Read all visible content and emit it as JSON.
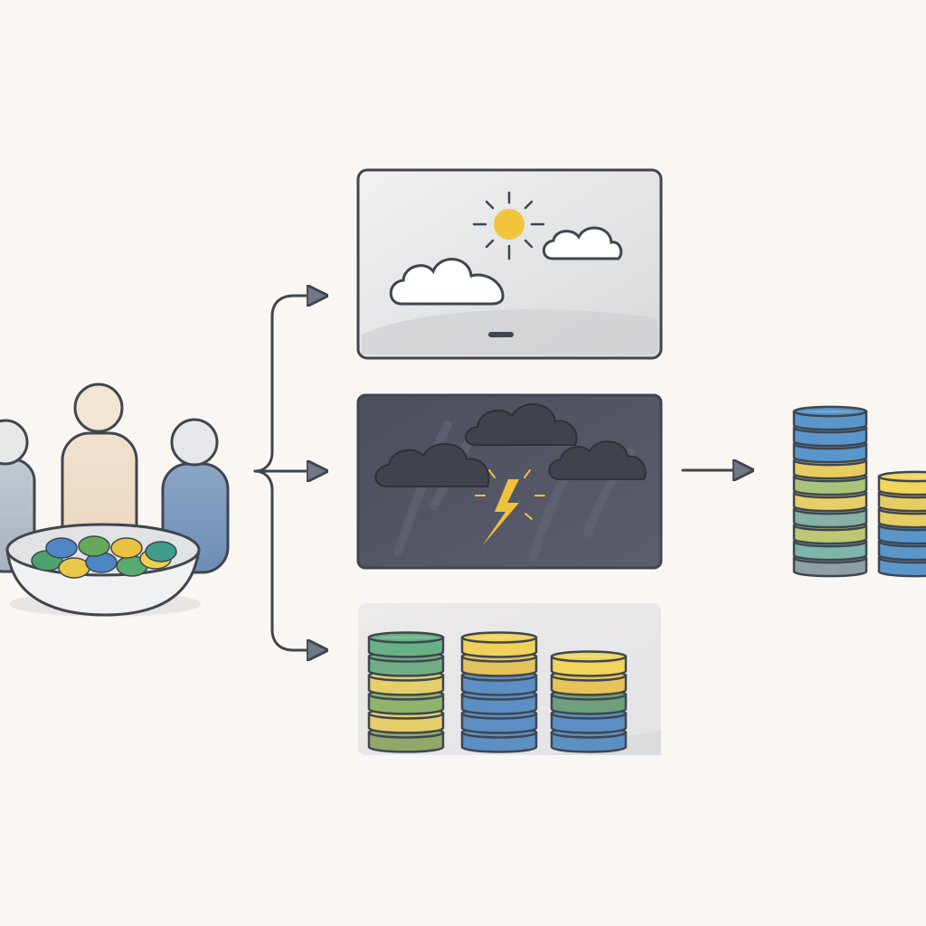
{
  "diagram": {
    "source": {
      "people": [
        "person-left",
        "person-center",
        "person-right"
      ],
      "bowl_marbles": [
        "#4fa06a",
        "#e9c84a",
        "#4d86c5",
        "#5aa96e",
        "#f0cf4b",
        "#4f86c8",
        "#67a85a",
        "#e8c240",
        "#3f9b8a"
      ]
    },
    "scenarios": [
      {
        "kind": "sunny",
        "icons": [
          "sun-icon",
          "cloud-icon",
          "cloud-icon"
        ]
      },
      {
        "kind": "stormy",
        "icons": [
          "storm-cloud-icon",
          "storm-cloud-icon",
          "storm-cloud-icon",
          "lightning-icon"
        ]
      },
      {
        "kind": "stacks",
        "stacks": [
          {
            "colors": [
              "#92a86a",
              "#e6cf6a",
              "#8fb46c",
              "#e6cf6a",
              "#6fae84",
              "#68b184"
            ]
          },
          {
            "colors": [
              "#5c8fc3",
              "#5c8fc3",
              "#5c8fc3",
              "#5c8fc3",
              "#e4c35a",
              "#f0d25a"
            ]
          },
          {
            "colors": [
              "#5c8fc3",
              "#5c8fc3",
              "#6ea07a",
              "#e6c458",
              "#f1d55d"
            ]
          }
        ]
      }
    ],
    "result": {
      "stacks": [
        {
          "colors": [
            "#8ea0a2",
            "#7fb5a8",
            "#bcc874",
            "#86b1a6",
            "#e6cf6a",
            "#a9c47a",
            "#e6cd62",
            "#5a96ca",
            "#5a96ca",
            "#5a96ca"
          ]
        },
        {
          "colors": [
            "#5a96ca",
            "#5a96ca",
            "#5a96ca",
            "#e6cd62",
            "#e6cd62",
            "#f1d55d"
          ]
        }
      ]
    },
    "colors": {
      "background": "#faf7f3",
      "outline": "#3f4650",
      "sun": "#f2c43c",
      "storm_panel": "#4a4e5c",
      "lightning": "#f0c23a"
    }
  }
}
